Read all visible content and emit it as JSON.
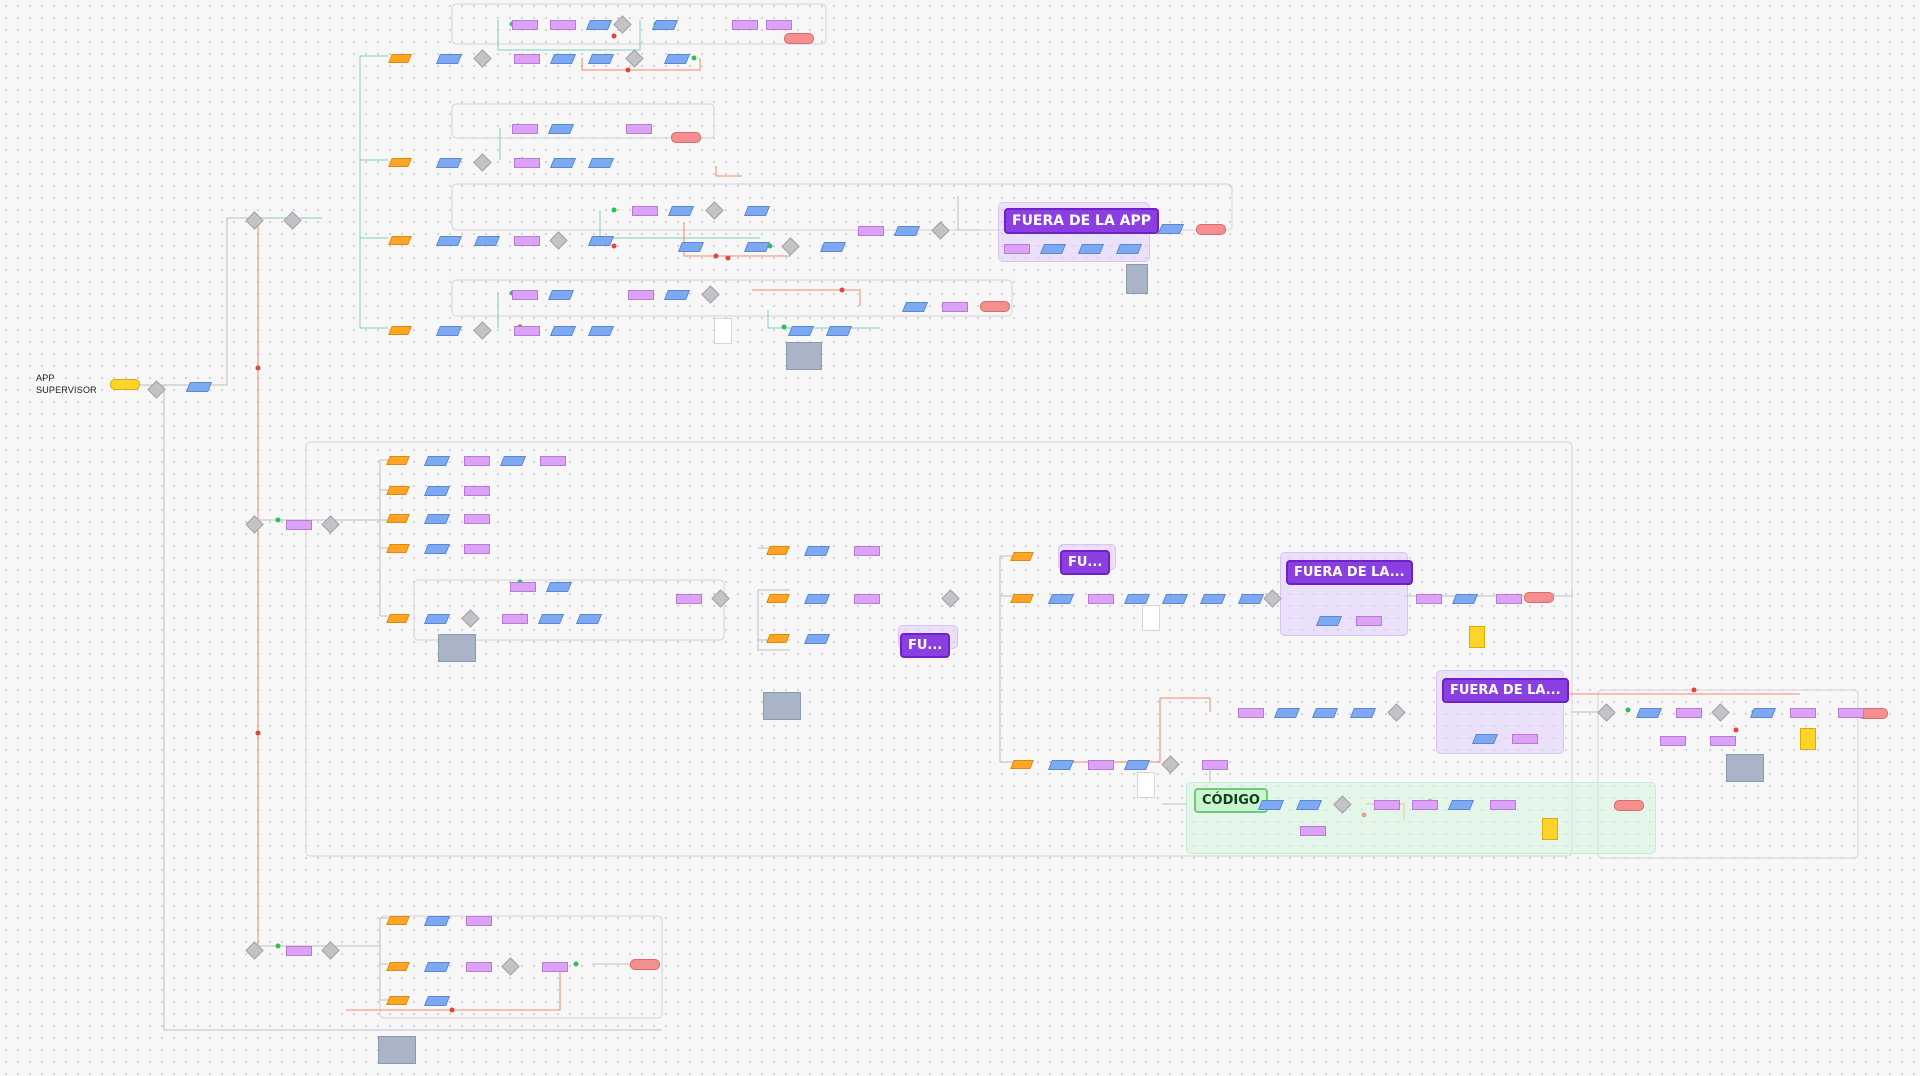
{
  "diagram": {
    "title": "APP SUPERVISOR",
    "labels": {
      "fuera_app": "FUERA DE LA APP",
      "fuera_trunc": "FUERA DE LA...",
      "fu_trunc": "FU...",
      "codigo": "CÓDIGO"
    }
  }
}
